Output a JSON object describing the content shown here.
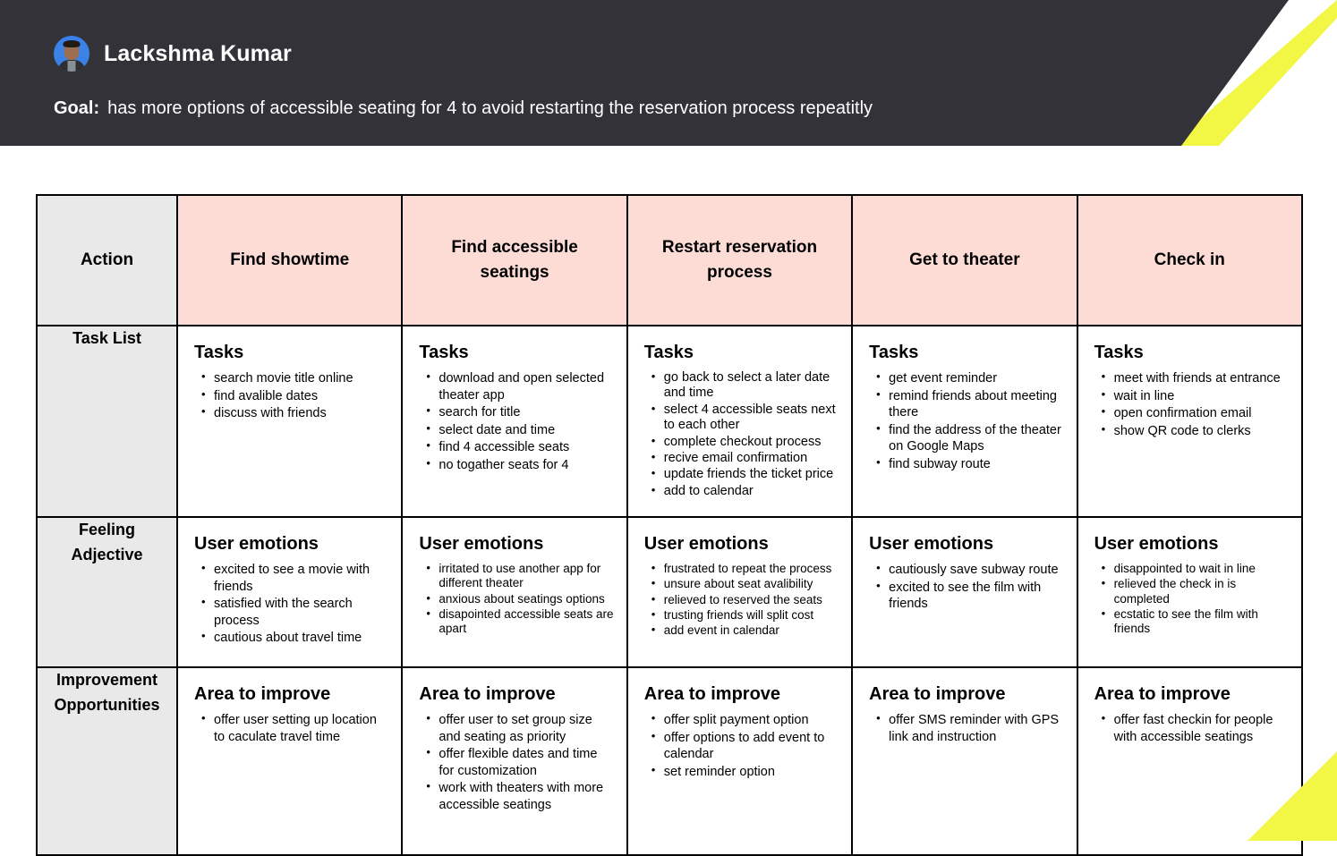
{
  "persona": {
    "name": "Lackshma Kumar",
    "avatar_icon": "user-avatar-photo",
    "goal_label": "Goal:",
    "goal_text": "has more options of accessible seating for 4 to avoid restarting the reservation process repeatitly"
  },
  "colors": {
    "header_dark": "#333238",
    "accent_yellow": "#F1F744",
    "stage_pink": "#FDDCD6",
    "label_gray": "#E9E9E9",
    "border": "#000000",
    "avatar_blue": "#3B82E8"
  },
  "table": {
    "row_labels": {
      "action": "Action",
      "task_list": "Task List",
      "feeling": "Feeling Adjective",
      "feeling_line1": "Feeling",
      "feeling_line2": "Adjective",
      "improvement_line1": "Improvement",
      "improvement_line2": "Opportunities"
    },
    "stages": [
      "Find showtime",
      "Find accessible seatings",
      "Restart reservation process",
      "Get to theater",
      "Check in"
    ],
    "section_titles": {
      "tasks": "Tasks",
      "emotions": "User emotions",
      "improve": "Area to improve"
    },
    "tasks": [
      [
        "search movie title online",
        "find avalible dates",
        "discuss with friends"
      ],
      [
        "download and open selected theater app",
        "search for title",
        "select date and time",
        "find 4 accessible seats",
        "no togather seats for 4"
      ],
      [
        "go back to select a later date and time",
        "select 4 accessible seats next to each other",
        "complete checkout process",
        "recive email confirmation",
        "update friends the ticket price",
        "add to calendar"
      ],
      [
        "get event reminder",
        "remind friends about meeting there",
        "find the address of the theater on Google Maps",
        "find subway route"
      ],
      [
        "meet with friends at entrance",
        "wait in line",
        "open confirmation email",
        "show QR code to clerks"
      ]
    ],
    "emotions": [
      [
        "excited to see a movie with friends",
        "satisfied with the search process",
        "cautious about travel time"
      ],
      [
        "irritated to use another app for different theater",
        "anxious about seatings options",
        "disapointed accessible seats are apart"
      ],
      [
        "frustrated to repeat the process",
        "unsure about seat avalibility",
        "relieved to reserved the seats",
        "trusting friends will split cost",
        "add event in calendar"
      ],
      [
        "cautiously save subway route",
        "excited to see the film with friends"
      ],
      [
        "disappointed to wait in line",
        "relieved the check in is completed",
        "ecstatic to see the film with friends"
      ]
    ],
    "improvements": [
      [
        "offer user setting up location to caculate travel time"
      ],
      [
        "offer user to set group size and seating as priority",
        "offer flexible dates and time for customization",
        "work with theaters with more accessible seatings"
      ],
      [
        "offer split payment option",
        "offer options to add event to calendar",
        "set reminder option"
      ],
      [
        "offer SMS reminder with GPS link and instruction"
      ],
      [
        "offer fast checkin for people with accessible seatings"
      ]
    ]
  }
}
